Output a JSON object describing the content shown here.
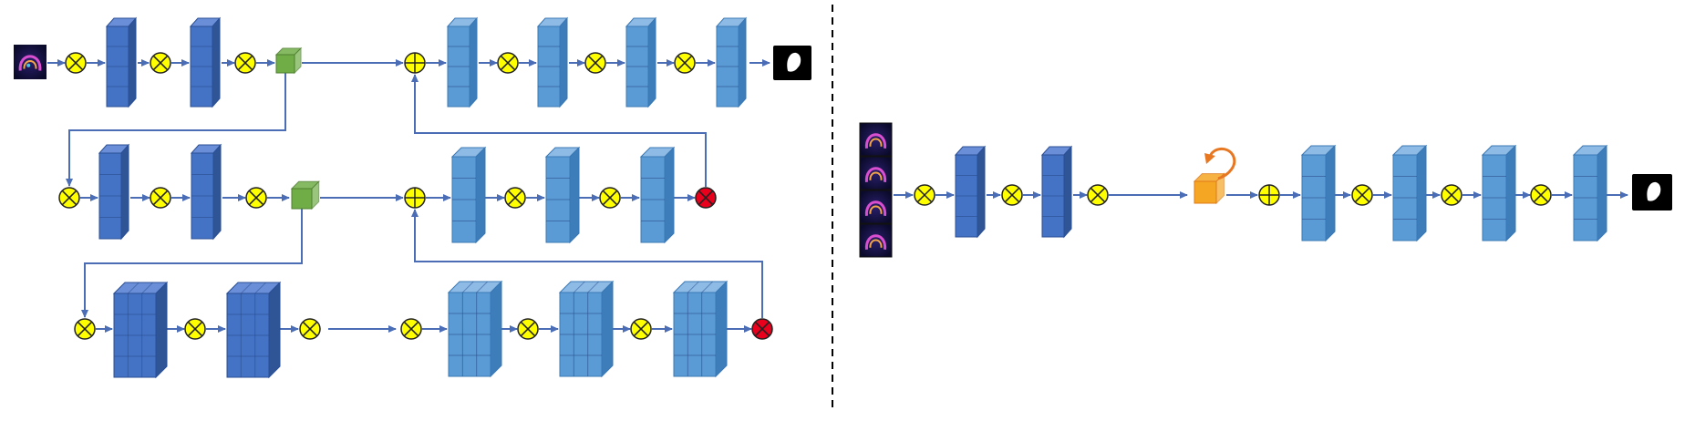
{
  "diagram": {
    "left_panel": {
      "rows": [
        {
          "id": "row1",
          "input": "mri-thumbnail",
          "encoder": [
            "multiply",
            "block-dark",
            "multiply",
            "block-dark",
            "multiply",
            "latent-green"
          ],
          "decoder": [
            "add",
            "block-light",
            "multiply",
            "block-light",
            "multiply",
            "block-light",
            "multiply",
            "block-light",
            "mask-output"
          ]
        },
        {
          "id": "row2",
          "encoder": [
            "multiply",
            "block-dark",
            "multiply",
            "block-dark",
            "multiply",
            "latent-green"
          ],
          "decoder": [
            "add",
            "block-light",
            "multiply",
            "block-light",
            "multiply",
            "block-light",
            "red-multiply"
          ]
        },
        {
          "id": "row3",
          "encoder": [
            "multiply",
            "block-dark-thick",
            "multiply",
            "block-dark-thick",
            "multiply"
          ],
          "decoder": [
            "multiply",
            "block-light-thick",
            "multiply",
            "block-light-thick",
            "multiply",
            "block-light-thick",
            "red-multiply"
          ]
        }
      ]
    },
    "right_panel": {
      "input": "mri-sequence-4-frames",
      "encoder": [
        "multiply",
        "block-dark",
        "multiply",
        "block-dark",
        "multiply",
        "recurrent-latent-orange"
      ],
      "decoder": [
        "add",
        "block-light",
        "multiply",
        "block-light",
        "multiply",
        "block-light",
        "multiply",
        "block-light",
        "mask-output"
      ]
    },
    "colors": {
      "arrow": "#4A6DB5",
      "block_dark_front": "#4472C4",
      "block_dark_side": "#2F5597",
      "block_dark_top": "#6A8FD8",
      "block_light_front": "#5B9BD5",
      "block_light_side": "#3C7DBA",
      "block_light_top": "#8DBBE6",
      "operator_fill": "#FFFF00",
      "red_operator_fill": "#E8001C",
      "latent_green": "#70AD47",
      "recurrent_orange": "#F5A623",
      "divider": "#000000"
    },
    "icons": [
      "multiply-circle-icon",
      "add-circle-icon",
      "cube-block-icon",
      "mask-output-icon",
      "mri-thumbnail-icon",
      "recurrent-loop-icon"
    ]
  }
}
